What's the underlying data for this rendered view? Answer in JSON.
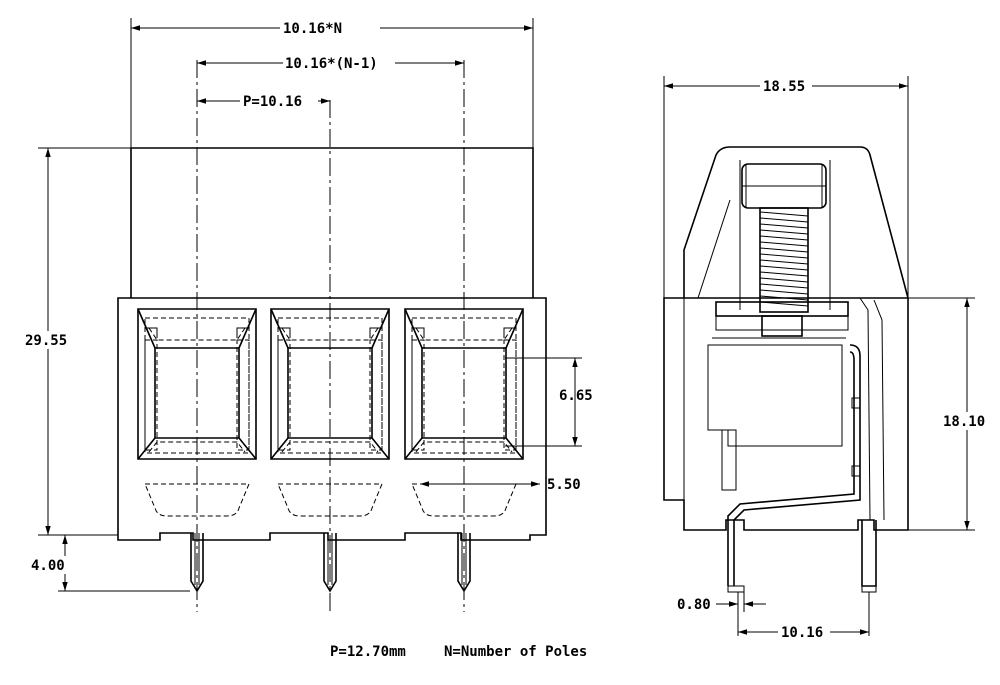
{
  "front_view": {
    "dim_overall_width": "10.16*N",
    "dim_span": "10.16*(N-1)",
    "dim_pitch": "P=10.16",
    "dim_height": "29.55",
    "dim_window": "6.65",
    "dim_clamp": "5.50",
    "dim_pin_length": "4.00"
  },
  "side_view": {
    "dim_depth": "18.55",
    "dim_height": "18.10",
    "dim_pin_thickness": "0.80",
    "dim_pin_spacing": "10.16"
  },
  "notes": {
    "pitch": "P=12.70mm",
    "poles": "N=Number of Poles"
  }
}
